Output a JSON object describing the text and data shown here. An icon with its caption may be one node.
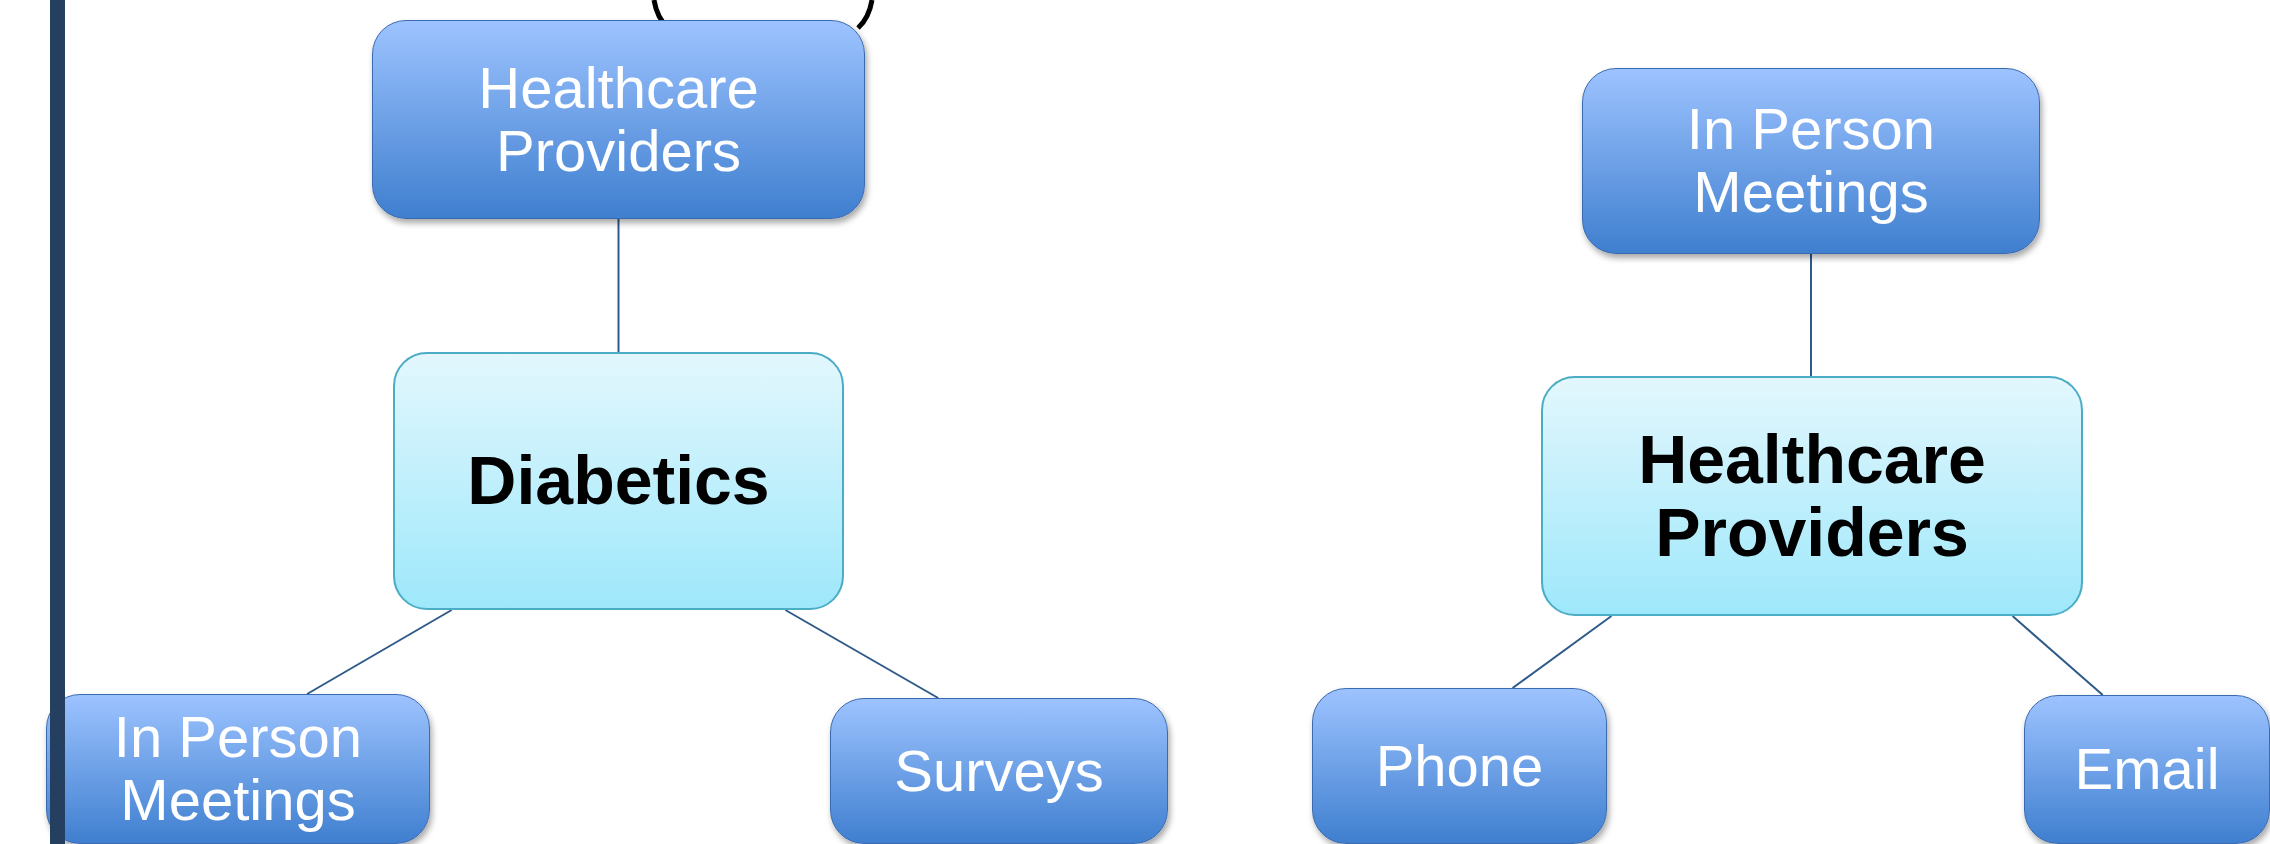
{
  "diagram": {
    "nodes": [
      {
        "text": [
          "Healthcare Providers"
        ]
      },
      {
        "text": [
          "Diabetics"
        ]
      },
      {
        "text": [
          "In Person Meetings"
        ]
      },
      {
        "text": [
          "Surveys"
        ]
      },
      {
        "text": [
          "In Person Meetings"
        ]
      },
      {
        "text": [
          "Healthcare Providers"
        ]
      },
      {
        "text": [
          "Phone"
        ]
      },
      {
        "text": [
          "Email"
        ]
      },
      {
        "text": [],
        "shape": "bar"
      }
    ],
    "edges": [
      {
        "from": 0,
        "to": 1,
        "arrow": "none"
      },
      {
        "from": 1,
        "to": 2,
        "arrow": "none"
      },
      {
        "from": 1,
        "to": 3,
        "arrow": "none"
      },
      {
        "from": 4,
        "to": 5,
        "arrow": "none"
      },
      {
        "from": 5,
        "to": 6,
        "arrow": "none"
      },
      {
        "from": 5,
        "to": 7,
        "arrow": "none"
      }
    ]
  }
}
